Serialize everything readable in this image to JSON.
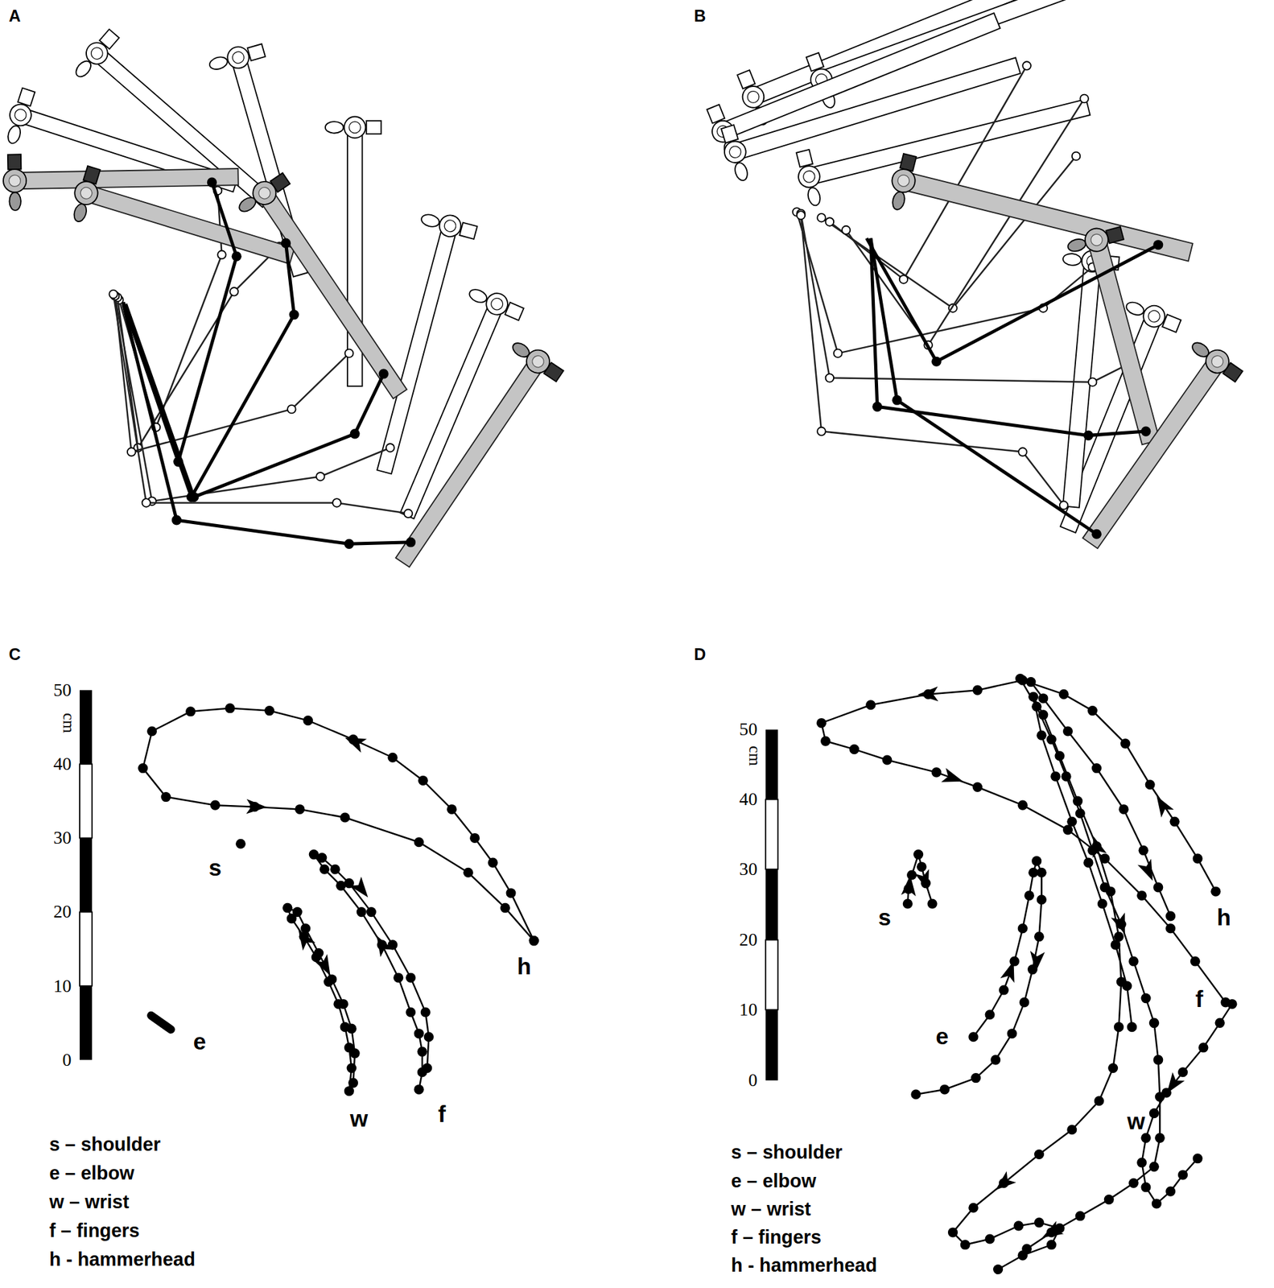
{
  "diagram": {
    "labels": [
      "A",
      "B",
      "C",
      "D",
      "50",
      "40",
      "30",
      "20",
      "10",
      "0",
      "cm",
      "s",
      "e",
      "w",
      "f",
      "h",
      "s – shoulder",
      "e – elbow",
      "w – wrist",
      "f – fingers",
      "h - hammerhead",
      "50",
      "40",
      "30",
      "20",
      "10",
      "0",
      "cm",
      "s",
      "e",
      "w",
      "f",
      "h",
      "s – shoulder",
      "e – elbow",
      "w – wrist",
      "f – fingers",
      "h - hammerhead"
    ]
  }
}
